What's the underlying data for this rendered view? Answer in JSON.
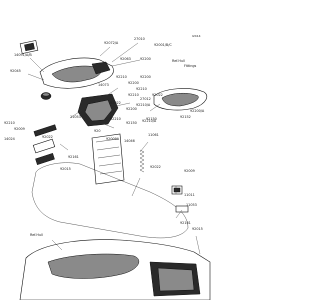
{
  "diagram_code": "I2414",
  "labels": {
    "l1": "92072/A",
    "l2": "27010",
    "l3": "92001/B/C",
    "l4": "14091/A/B",
    "l5": "92063",
    "l6": "92200",
    "l7": "Ref.Hull",
    "l8": "Fittings",
    "l9": "92045",
    "l10": "92210",
    "l11": "92200",
    "l12": "14073",
    "l13": "92200",
    "l14": "92210",
    "l15": "92210",
    "l16": "27012",
    "l17": "92022",
    "l18": "92210/A",
    "l19": "92200/A",
    "l20": "92152",
    "l21": "92022",
    "l22": "92200",
    "l23": "92210",
    "l24": "920",
    "l25": "92210/A",
    "l26": "92150",
    "l27": "11053",
    "l28": "92210",
    "l29": "92009",
    "l30": "14024",
    "l31": "92022",
    "l32": "92161",
    "l33": "92015",
    "l34": "14046",
    "l35": "11061",
    "l36": "92150",
    "l37": "92022",
    "l38": "92009",
    "l39": "11011",
    "l40": "Ref.Hull",
    "l41": "11053",
    "l42": "92161",
    "l43": "92009A",
    "l44": "92015"
  }
}
